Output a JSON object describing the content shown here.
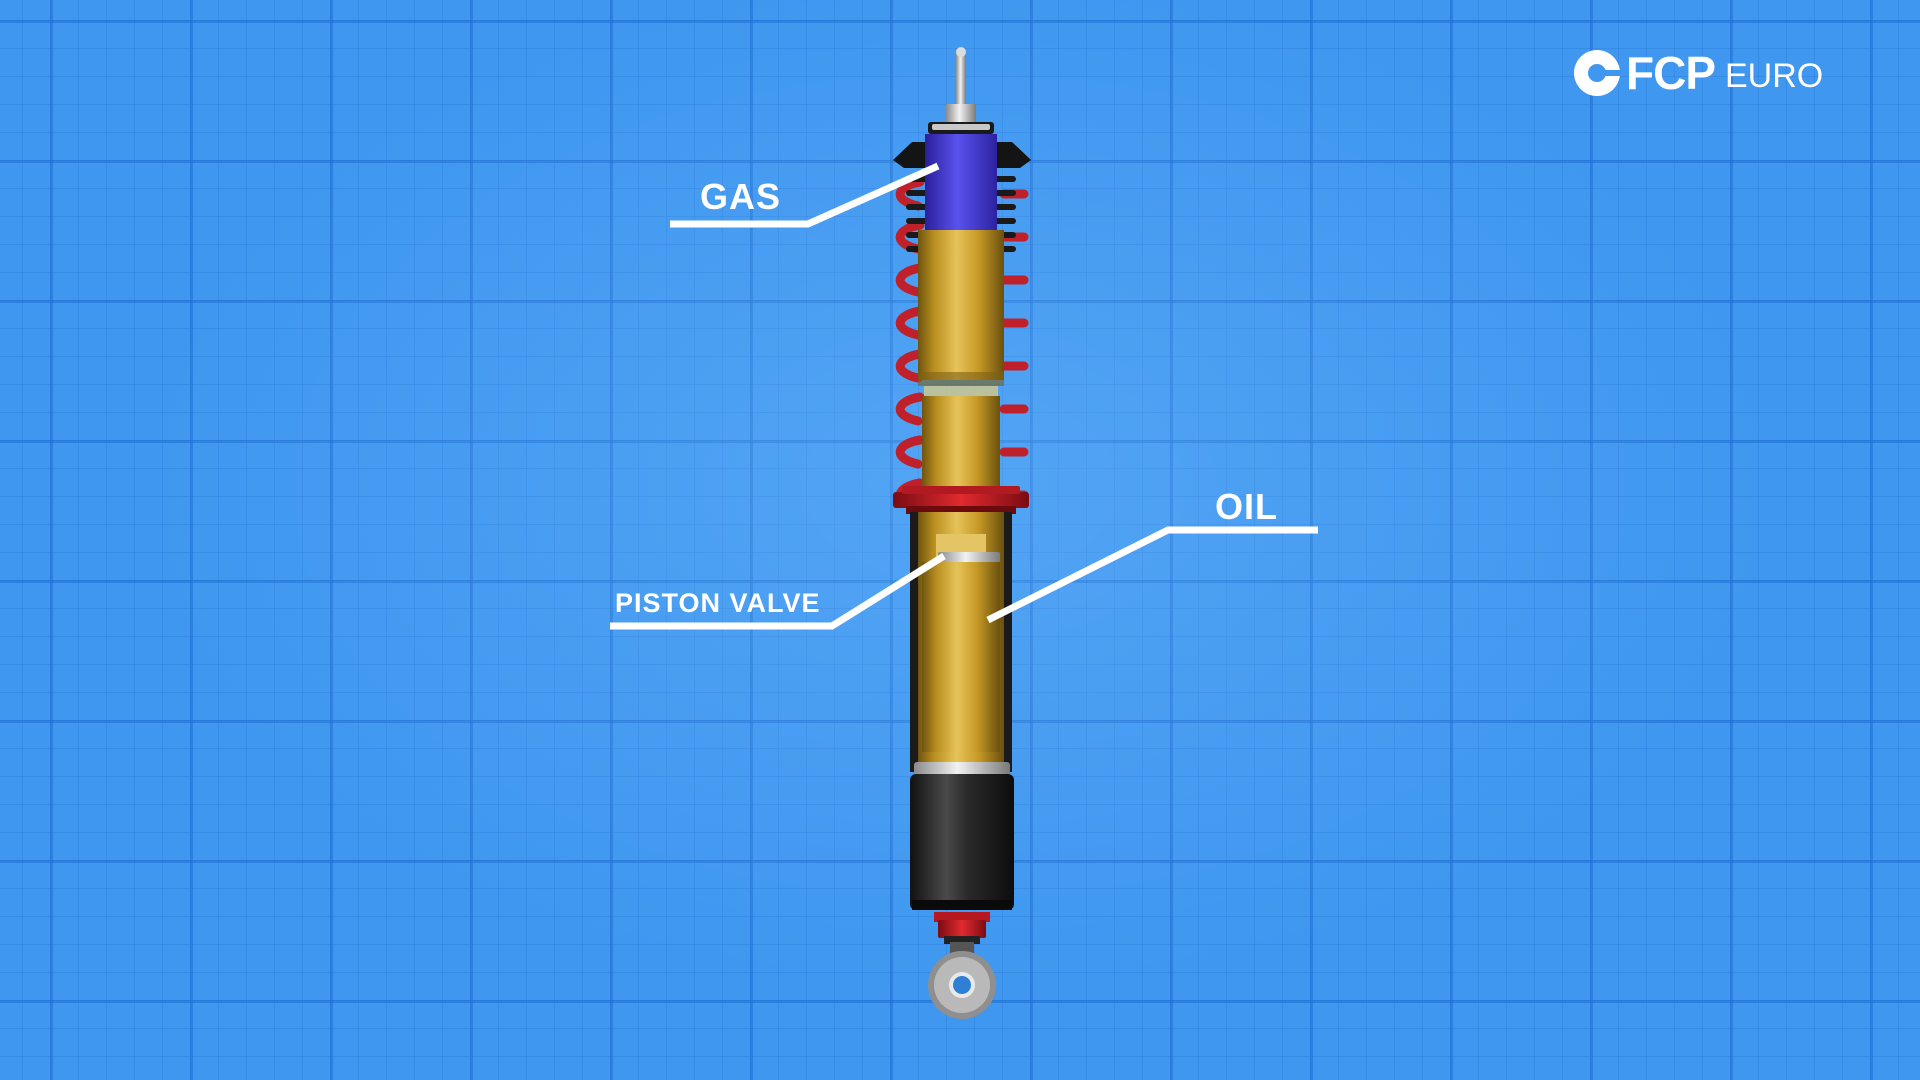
{
  "labels": {
    "gas": "GAS",
    "oil": "OIL",
    "piston_valve": "PISTON VALVE"
  },
  "logo": {
    "brand_strong": "FCP",
    "brand_light": "EURO",
    "icon": "fcp-euro-logo-icon"
  },
  "colors": {
    "background": "#3f97ef",
    "gas_chamber": "#4a3fd6",
    "oil_body": "#c9a02a",
    "spring": "#c0202a",
    "callout": "#ffffff"
  }
}
